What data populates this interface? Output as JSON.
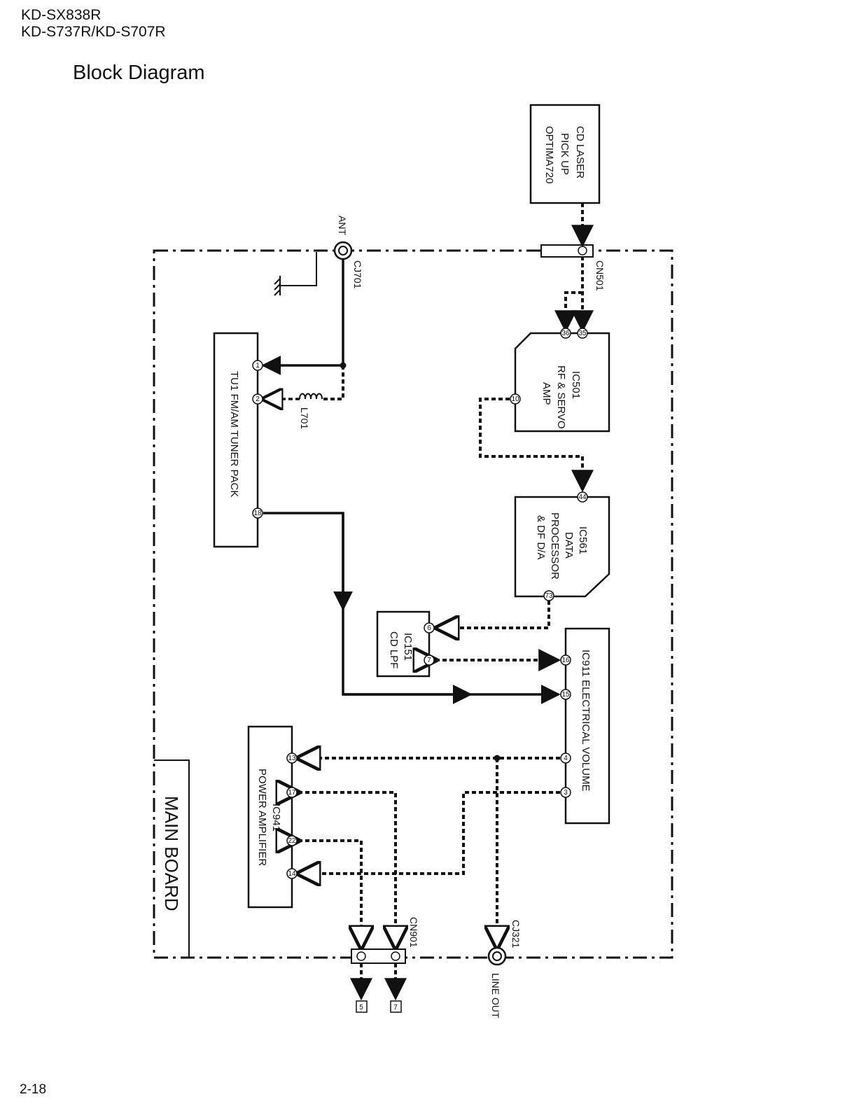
{
  "header": {
    "model_line_1": "KD-SX838R",
    "model_line_2": "KD-S737R/KD-S707R",
    "title": "Block Diagram"
  },
  "page_number": "2-18",
  "board": {
    "name": "MAIN BOARD"
  },
  "connectors": {
    "ant_label": "ANT",
    "cj701": "CJ701",
    "cn501": "CN501",
    "l701": "L701",
    "cn901": "CN901",
    "cj321": "CJ321",
    "line_out": "LINE OUT",
    "dest_5": "5",
    "dest_7": "7"
  },
  "blocks": {
    "pickup": {
      "line1": "CD LASER",
      "line2": "PICK UP",
      "line3": "OPTIMA720"
    },
    "ic501": {
      "line1": "IC501",
      "line2": "RF & SERVO",
      "line3": "AMP",
      "pins": [
        "35",
        "36",
        "10"
      ]
    },
    "ic561": {
      "line1": "IC561",
      "line2": "DATA",
      "line3": "PROCESSOR",
      "line4": "& DF D/A",
      "pins": [
        "44",
        "73"
      ]
    },
    "tuner": {
      "label": "TU1 FM/AM TUNER PACK",
      "pins": [
        "1",
        "2",
        "18"
      ]
    },
    "ic151": {
      "line1": "IC151",
      "line2": "CD LPF",
      "pins": [
        "6",
        "7"
      ]
    },
    "ic911": {
      "label": "IC911 ELECTRICAL VOLUME",
      "pins": [
        "16",
        "15",
        "4",
        "3"
      ]
    },
    "ic941": {
      "line1": "IC941",
      "line2": "POWER AMPLIFIER",
      "pins": [
        "13",
        "17",
        "22",
        "14"
      ]
    }
  },
  "colors": {
    "line": "#111111",
    "background": "#ffffff"
  }
}
